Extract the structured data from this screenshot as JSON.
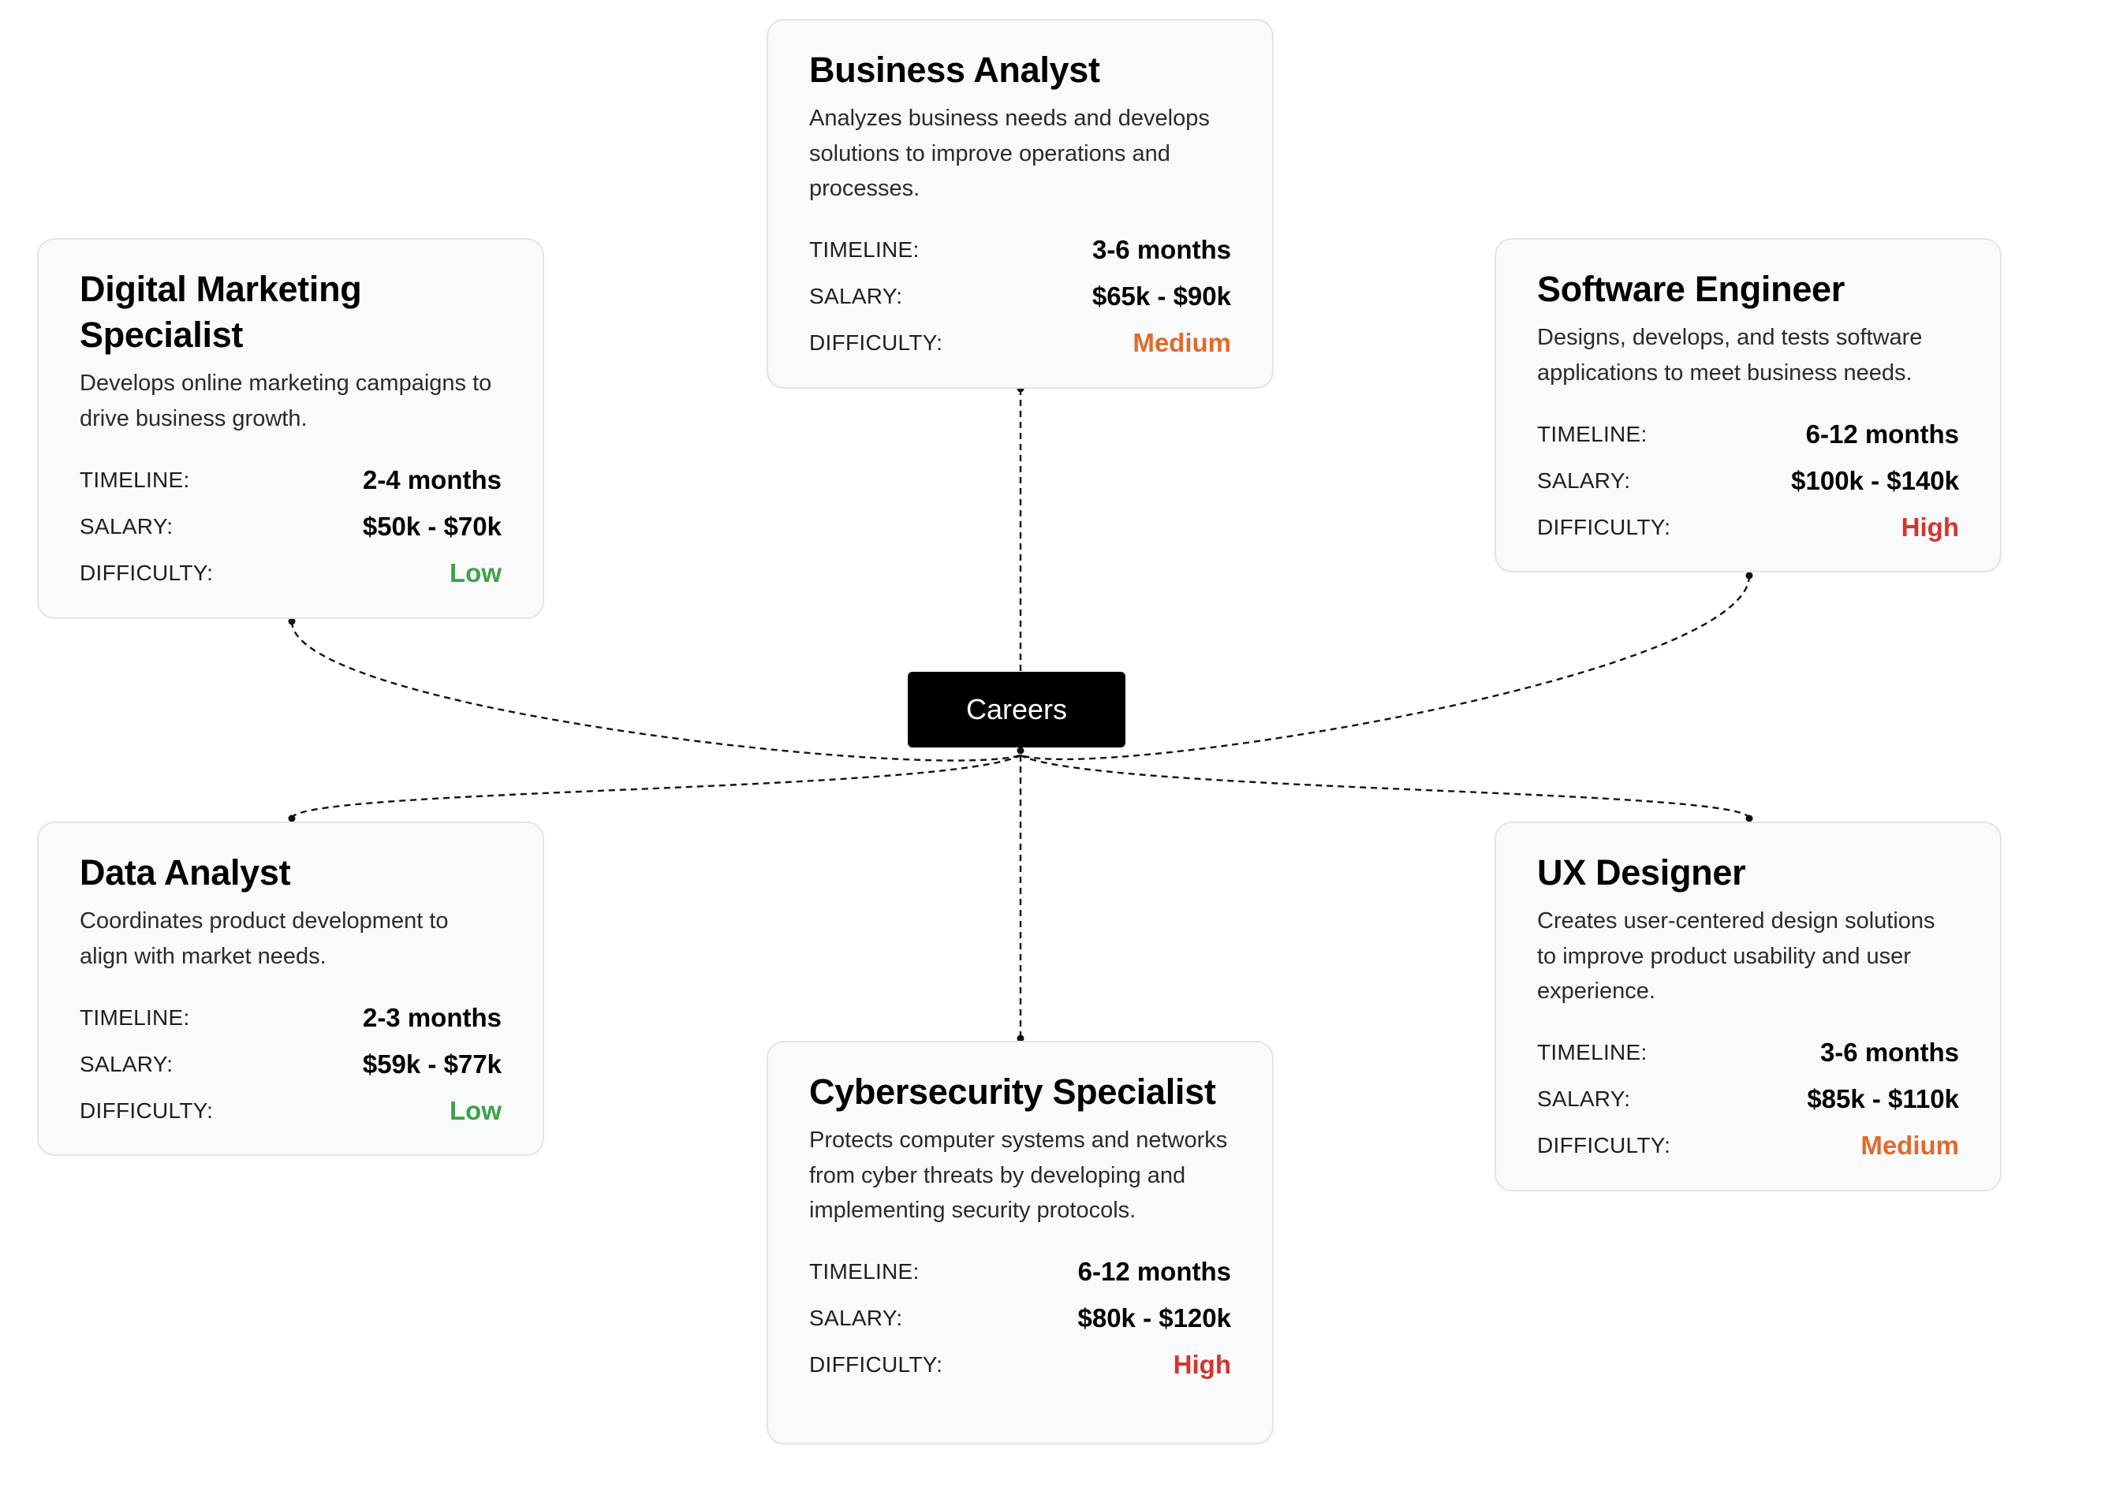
{
  "center": {
    "label": "Careers"
  },
  "careers": [
    {
      "key": "business-analyst",
      "title": "Business Analyst",
      "description": "Analyzes business needs and develops solutions to improve operations and processes.",
      "timeline_label": "TIMELINE:",
      "timeline": "3-6 months",
      "salary_label": "SALARY:",
      "salary": "$65k - $90k",
      "difficulty_label": "DIFFICULTY:",
      "difficulty": "Medium"
    },
    {
      "key": "digital-marketing-specialist",
      "title": "Digital Marketing Specialist",
      "description": "Develops online marketing campaigns to drive business growth.",
      "timeline_label": "TIMELINE:",
      "timeline": "2-4 months",
      "salary_label": "SALARY:",
      "salary": "$50k - $70k",
      "difficulty_label": "DIFFICULTY:",
      "difficulty": "Low"
    },
    {
      "key": "software-engineer",
      "title": "Software Engineer",
      "description": "Designs, develops, and tests software applications to meet business needs.",
      "timeline_label": "TIMELINE:",
      "timeline": "6-12 months",
      "salary_label": "SALARY:",
      "salary": "$100k - $140k",
      "difficulty_label": "DIFFICULTY:",
      "difficulty": "High"
    },
    {
      "key": "data-analyst",
      "title": "Data Analyst",
      "description": "Coordinates product development to align with market needs.",
      "timeline_label": "TIMELINE:",
      "timeline": "2-3 months",
      "salary_label": "SALARY:",
      "salary": "$59k - $77k",
      "difficulty_label": "DIFFICULTY:",
      "difficulty": "Low"
    },
    {
      "key": "ux-designer",
      "title": "UX Designer",
      "description": "Creates user-centered design solutions to improve product usability and user experience.",
      "timeline_label": "TIMELINE:",
      "timeline": "3-6 months",
      "salary_label": "SALARY:",
      "salary": "$85k - $110k",
      "difficulty_label": "DIFFICULTY:",
      "difficulty": "Medium"
    },
    {
      "key": "cybersecurity-specialist",
      "title": "Cybersecurity Specialist",
      "description": "Protects computer systems and networks from cyber threats by developing and implementing security protocols.",
      "timeline_label": "TIMELINE:",
      "timeline": "6-12 months",
      "salary_label": "SALARY:",
      "salary": "$80k - $120k",
      "difficulty_label": "DIFFICULTY:",
      "difficulty": "High"
    }
  ],
  "colors": {
    "low": "#3fa14a",
    "medium": "#e16a2c",
    "high": "#d4352d",
    "center_bg": "#000000",
    "card_bg": "#f9fafb"
  }
}
